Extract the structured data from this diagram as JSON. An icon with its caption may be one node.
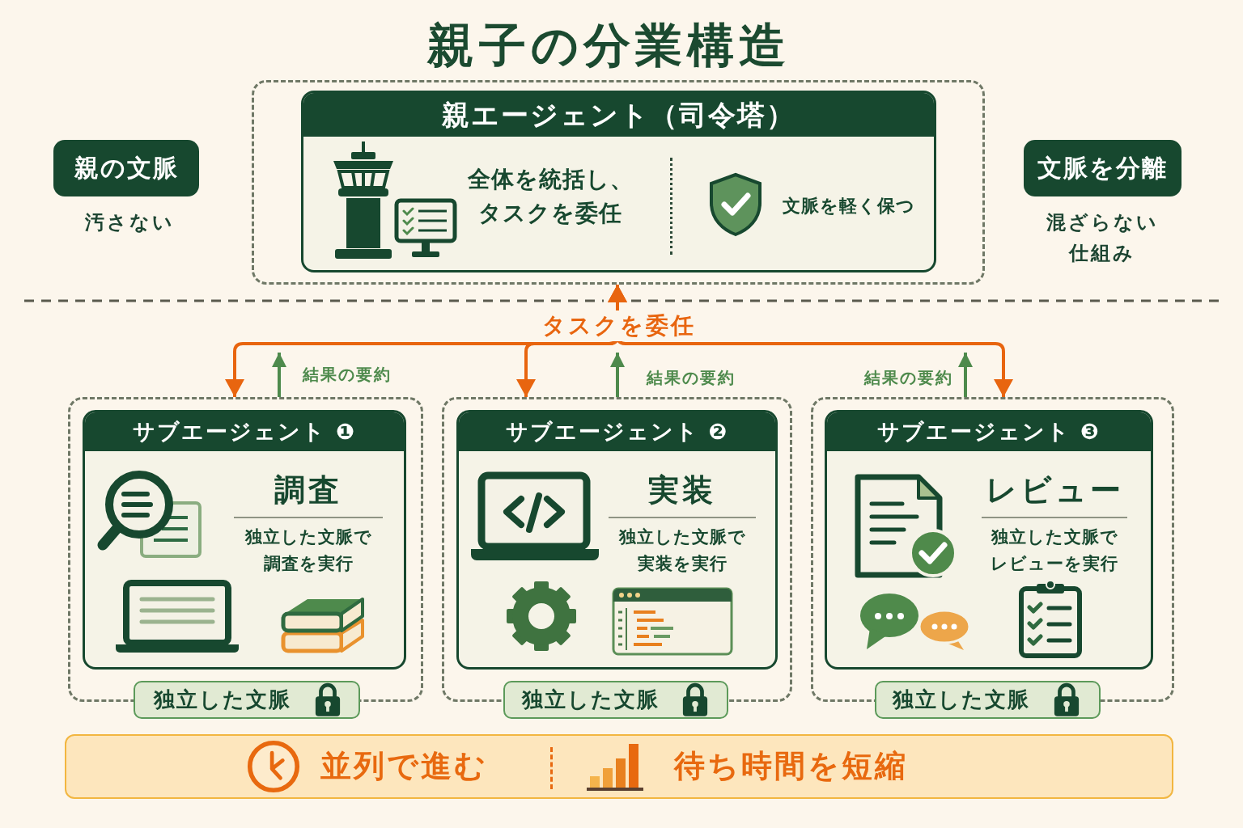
{
  "diagram": {
    "title": "親子の分業構造",
    "nodes": [
      {
        "text": [
          "親の文脈"
        ],
        "beside": [
          "汚さない"
        ]
      },
      {
        "text": [],
        "shape": "box"
      },
      {
        "text": [
          "親エージェント（司令塔）",
          "全体を統括し、タスクを委任",
          "文脈を軽く保つ"
        ],
        "in": 1
      },
      {
        "text": [
          "文脈を分離"
        ],
        "beside": [
          "混ざらない仕組み"
        ]
      },
      {
        "text": [],
        "shape": "box"
      },
      {
        "text": [
          "サブエージェント ❶",
          "調査",
          "独立した文脈で調査を実行"
        ],
        "in": 4
      },
      {
        "text": [
          "独立した文脈"
        ]
      },
      {
        "text": [],
        "shape": "box"
      },
      {
        "text": [
          "サブエージェント ❷",
          "実装",
          "独立した文脈で実装を実行"
        ],
        "in": 7
      },
      {
        "text": [
          "独立した文脈"
        ]
      },
      {
        "text": [],
        "shape": "box"
      },
      {
        "text": [
          "サブエージェント ❸",
          "レビュー",
          "独立した文脈でレビューを実行"
        ],
        "in": 10
      },
      {
        "text": [
          "独立した文脈"
        ]
      },
      {
        "text": [
          "並列で進む",
          "待ち時間を短縮"
        ]
      }
    ],
    "edges": [
      {
        "from": 1,
        "to": 4,
        "arrow": "both",
        "label": "タスクを委任",
        "color": "#e8650f"
      },
      {
        "from": 1,
        "to": 7,
        "arrow": "both",
        "color": "#e8650f"
      },
      {
        "from": 1,
        "to": 10,
        "arrow": "both",
        "color": "#e8650f"
      },
      {
        "from": 4,
        "to": null,
        "arrow": "to",
        "label": "結果の要約",
        "color": "#4e8a4c"
      },
      {
        "from": 7,
        "to": null,
        "arrow": "to",
        "label": "結果の要約",
        "color": "#4e8a4c"
      },
      {
        "from": 10,
        "to": null,
        "arrow": "to",
        "label": "結果の要約",
        "color": "#4e8a4c"
      }
    ]
  }
}
